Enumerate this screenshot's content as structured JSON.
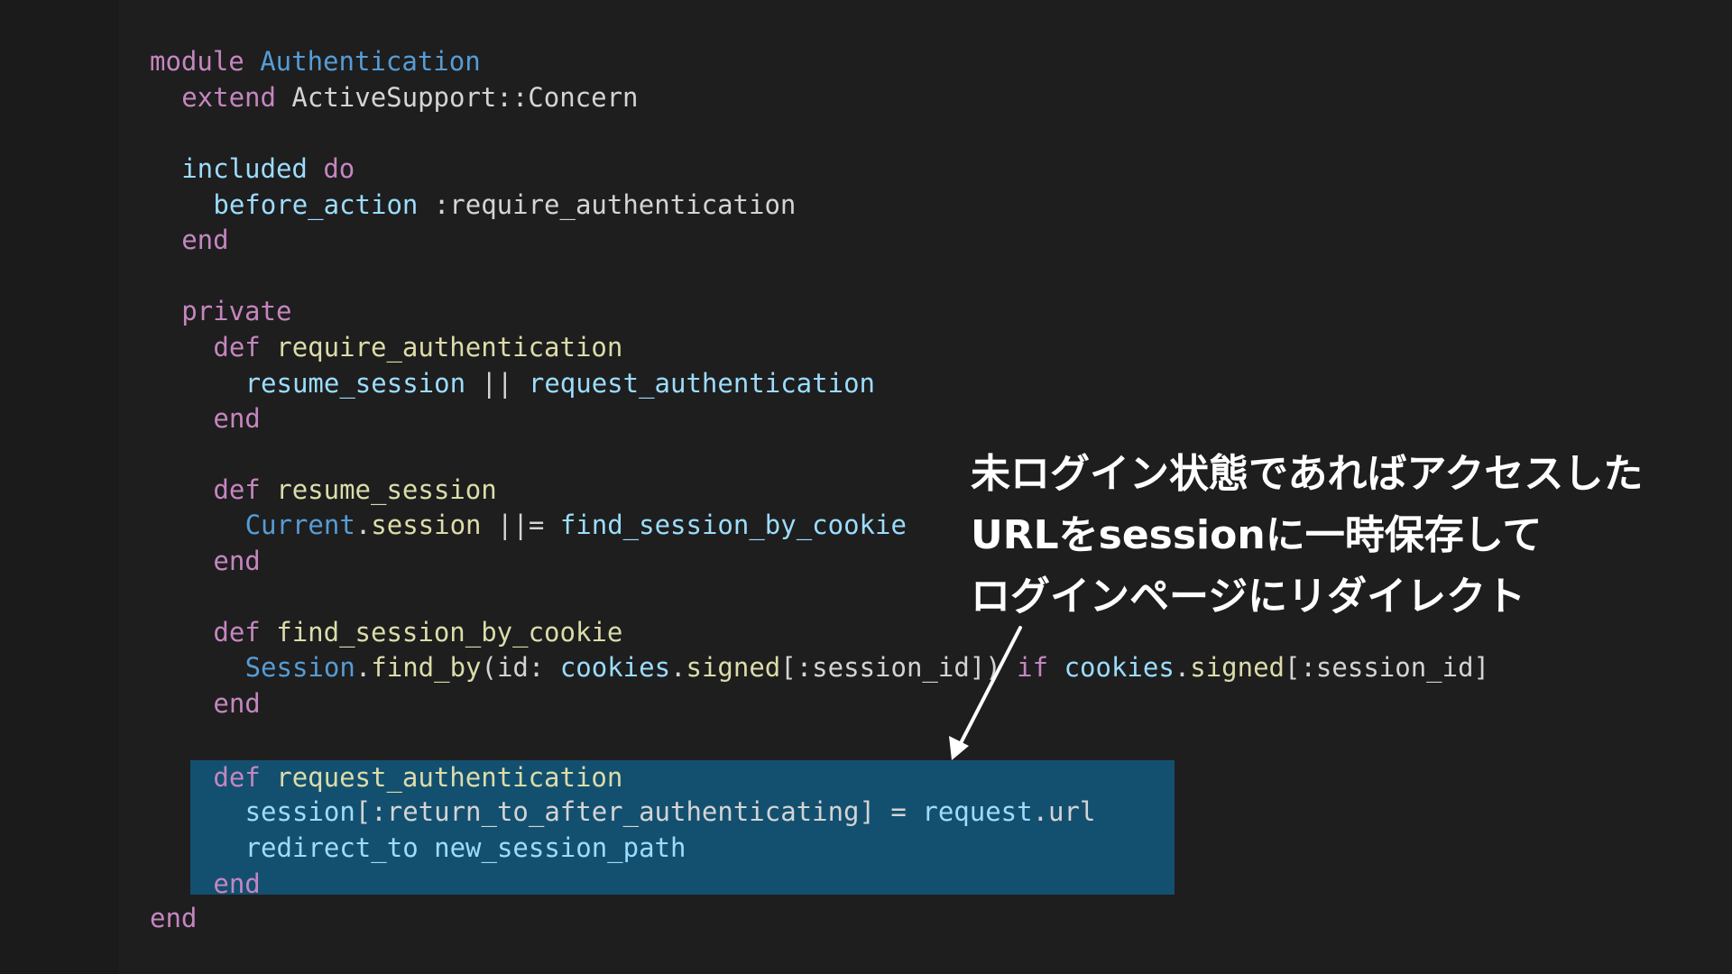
{
  "editor": {
    "colors": {
      "background": "#1e1e1e",
      "gutter": "#1b1b1b",
      "highlight": "#135070",
      "keyword": "#c586c0",
      "function": "#dcdcaa",
      "variable": "#9cdcfe",
      "class": "#569cd6",
      "plain": "#d4d4d4"
    },
    "highlighted_lines": [
      21,
      22,
      23,
      24
    ],
    "lines": [
      {
        "indent": 0,
        "tokens": [
          {
            "text": "module ",
            "kind": "keyword"
          },
          {
            "text": "Authentication",
            "kind": "class"
          }
        ]
      },
      {
        "indent": 2,
        "tokens": [
          {
            "text": "extend ",
            "kind": "keyword"
          },
          {
            "text": "ActiveSupport::Concern",
            "kind": "plain"
          }
        ]
      },
      {
        "indent": 0,
        "tokens": []
      },
      {
        "indent": 2,
        "tokens": [
          {
            "text": "included ",
            "kind": "variable"
          },
          {
            "text": "do",
            "kind": "keyword"
          }
        ]
      },
      {
        "indent": 4,
        "tokens": [
          {
            "text": "before_action ",
            "kind": "variable"
          },
          {
            "text": ":require_authentication",
            "kind": "plain"
          }
        ]
      },
      {
        "indent": 2,
        "tokens": [
          {
            "text": "end",
            "kind": "keyword"
          }
        ]
      },
      {
        "indent": 0,
        "tokens": []
      },
      {
        "indent": 2,
        "tokens": [
          {
            "text": "private",
            "kind": "keyword"
          }
        ]
      },
      {
        "indent": 4,
        "tokens": [
          {
            "text": "def ",
            "kind": "keyword"
          },
          {
            "text": "require_authentication",
            "kind": "function"
          }
        ]
      },
      {
        "indent": 6,
        "tokens": [
          {
            "text": "resume_session",
            "kind": "variable"
          },
          {
            "text": " || ",
            "kind": "plain"
          },
          {
            "text": "request_authentication",
            "kind": "variable"
          }
        ]
      },
      {
        "indent": 4,
        "tokens": [
          {
            "text": "end",
            "kind": "keyword"
          }
        ]
      },
      {
        "indent": 0,
        "tokens": []
      },
      {
        "indent": 4,
        "tokens": [
          {
            "text": "def ",
            "kind": "keyword"
          },
          {
            "text": "resume_session",
            "kind": "function"
          }
        ]
      },
      {
        "indent": 6,
        "tokens": [
          {
            "text": "Current",
            "kind": "class"
          },
          {
            "text": ".",
            "kind": "plain"
          },
          {
            "text": "session",
            "kind": "function"
          },
          {
            "text": " ||= ",
            "kind": "plain"
          },
          {
            "text": "find_session_by_cookie",
            "kind": "variable"
          }
        ]
      },
      {
        "indent": 4,
        "tokens": [
          {
            "text": "end",
            "kind": "keyword"
          }
        ]
      },
      {
        "indent": 0,
        "tokens": []
      },
      {
        "indent": 4,
        "tokens": [
          {
            "text": "def ",
            "kind": "keyword"
          },
          {
            "text": "find_session_by_cookie",
            "kind": "function"
          }
        ]
      },
      {
        "indent": 6,
        "tokens": [
          {
            "text": "Session",
            "kind": "class"
          },
          {
            "text": ".",
            "kind": "plain"
          },
          {
            "text": "find_by",
            "kind": "function"
          },
          {
            "text": "(id: ",
            "kind": "plain"
          },
          {
            "text": "cookies",
            "kind": "variable"
          },
          {
            "text": ".",
            "kind": "plain"
          },
          {
            "text": "signed",
            "kind": "function"
          },
          {
            "text": "[:session_id]) ",
            "kind": "plain"
          },
          {
            "text": "if ",
            "kind": "keyword"
          },
          {
            "text": "cookies",
            "kind": "variable"
          },
          {
            "text": ".",
            "kind": "plain"
          },
          {
            "text": "signed",
            "kind": "function"
          },
          {
            "text": "[:session_id]",
            "kind": "plain"
          }
        ]
      },
      {
        "indent": 4,
        "tokens": [
          {
            "text": "end",
            "kind": "keyword"
          }
        ]
      },
      {
        "indent": 0,
        "tokens": []
      },
      {
        "indent": 0,
        "tokens": []
      },
      {
        "indent": 4,
        "tokens": [
          {
            "text": "def ",
            "kind": "keyword"
          },
          {
            "text": "request_authentication",
            "kind": "function"
          }
        ]
      },
      {
        "indent": 6,
        "tokens": [
          {
            "text": "session",
            "kind": "variable"
          },
          {
            "text": "[:return_to_after_authenticating] = ",
            "kind": "plain"
          },
          {
            "text": "request",
            "kind": "variable"
          },
          {
            "text": ".url",
            "kind": "plain"
          }
        ]
      },
      {
        "indent": 6,
        "tokens": [
          {
            "text": "redirect_to ",
            "kind": "variable"
          },
          {
            "text": "new_session_path",
            "kind": "variable"
          }
        ]
      },
      {
        "indent": 4,
        "tokens": [
          {
            "text": "end",
            "kind": "keyword"
          }
        ]
      },
      {
        "indent": 0,
        "tokens": [
          {
            "text": "end",
            "kind": "keyword"
          }
        ]
      }
    ]
  },
  "annotation": {
    "lines": [
      "未ログイン状態であればアクセスした",
      "URLをsessionに一時保存して",
      "ログインページにリダイレクト"
    ],
    "color": "#ffffff",
    "arrow_color": "#ffffff"
  }
}
